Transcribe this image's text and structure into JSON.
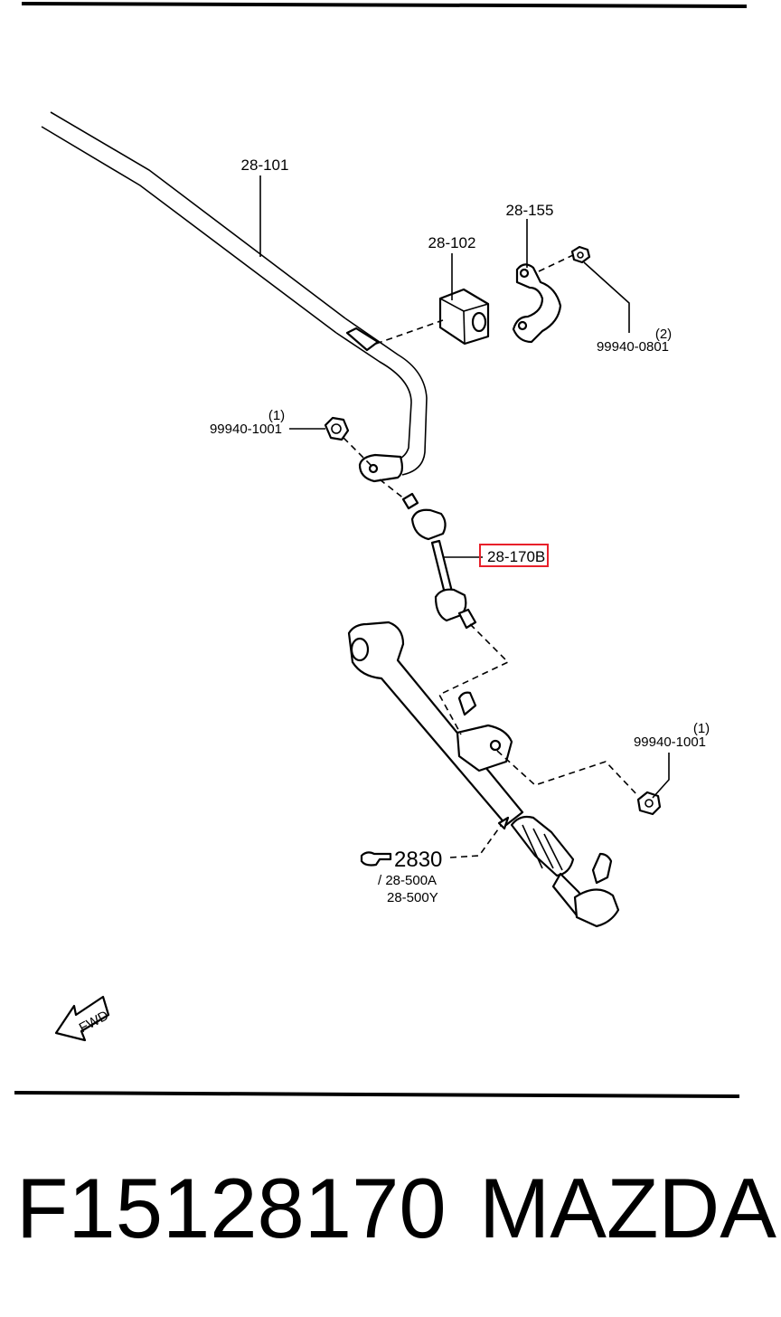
{
  "labels": {
    "stabilizer": "28-101",
    "bushing": "28-102",
    "bracket": "28-155",
    "bracket_bolt_qty": "(2)",
    "bracket_bolt": "99940-0801",
    "upper_nut_qty": "(1)",
    "upper_nut": "99940-1001",
    "link": "28-170B",
    "lower_nut_qty": "(1)",
    "lower_nut": "99940-1001",
    "ref_main": "2830",
    "ref_sub1": "/ 28-500A",
    "ref_sub2": "28-500Y",
    "fwd": "FWD"
  },
  "highlight_color": "#e8202a",
  "footer": {
    "part_number": "F15128170",
    "brand": "MAZDA"
  }
}
